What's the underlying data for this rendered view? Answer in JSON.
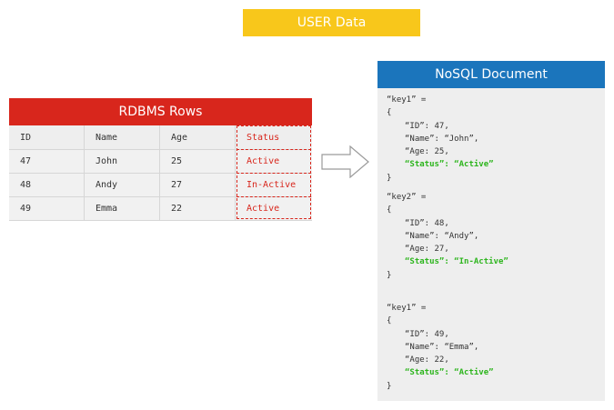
{
  "title": "USER Data",
  "rdbms": {
    "header": "RDBMS Rows",
    "columns": [
      "ID",
      "Name",
      "Age",
      "Status"
    ],
    "rows": [
      [
        "47",
        "John",
        "25",
        "Active"
      ],
      [
        "48",
        "Andy",
        "27",
        "In-Active"
      ],
      [
        "49",
        "Emma",
        "22",
        "Active"
      ]
    ]
  },
  "nosql": {
    "header": "NoSQL Document",
    "docs": [
      {
        "key": "“key1” =",
        "open": "{",
        "id": "“ID”: 47,",
        "name": "“Name”: “John”,",
        "age": "“Age: 25,",
        "status": "“Status”: “Active”",
        "close": "}"
      },
      {
        "key": "“key2” =",
        "open": "{",
        "id": "“ID”: 48,",
        "name": "“Name”: “Andy”,",
        "age": "“Age: 27,",
        "status": "“Status”: “In-Active”",
        "close": "}"
      },
      {
        "key": "“key1” =",
        "open": "{",
        "id": "“ID”: 49,",
        "name": "“Name”: “Emma”,",
        "age": "“Age: 22,",
        "status": "“Status”: “Active”",
        "close": "}"
      }
    ]
  },
  "colors": {
    "title_bg": "#f8c71b",
    "rdbms_bg": "#d8261c",
    "nosql_bg": "#1b75bc",
    "status_highlight": "#2db51d"
  }
}
